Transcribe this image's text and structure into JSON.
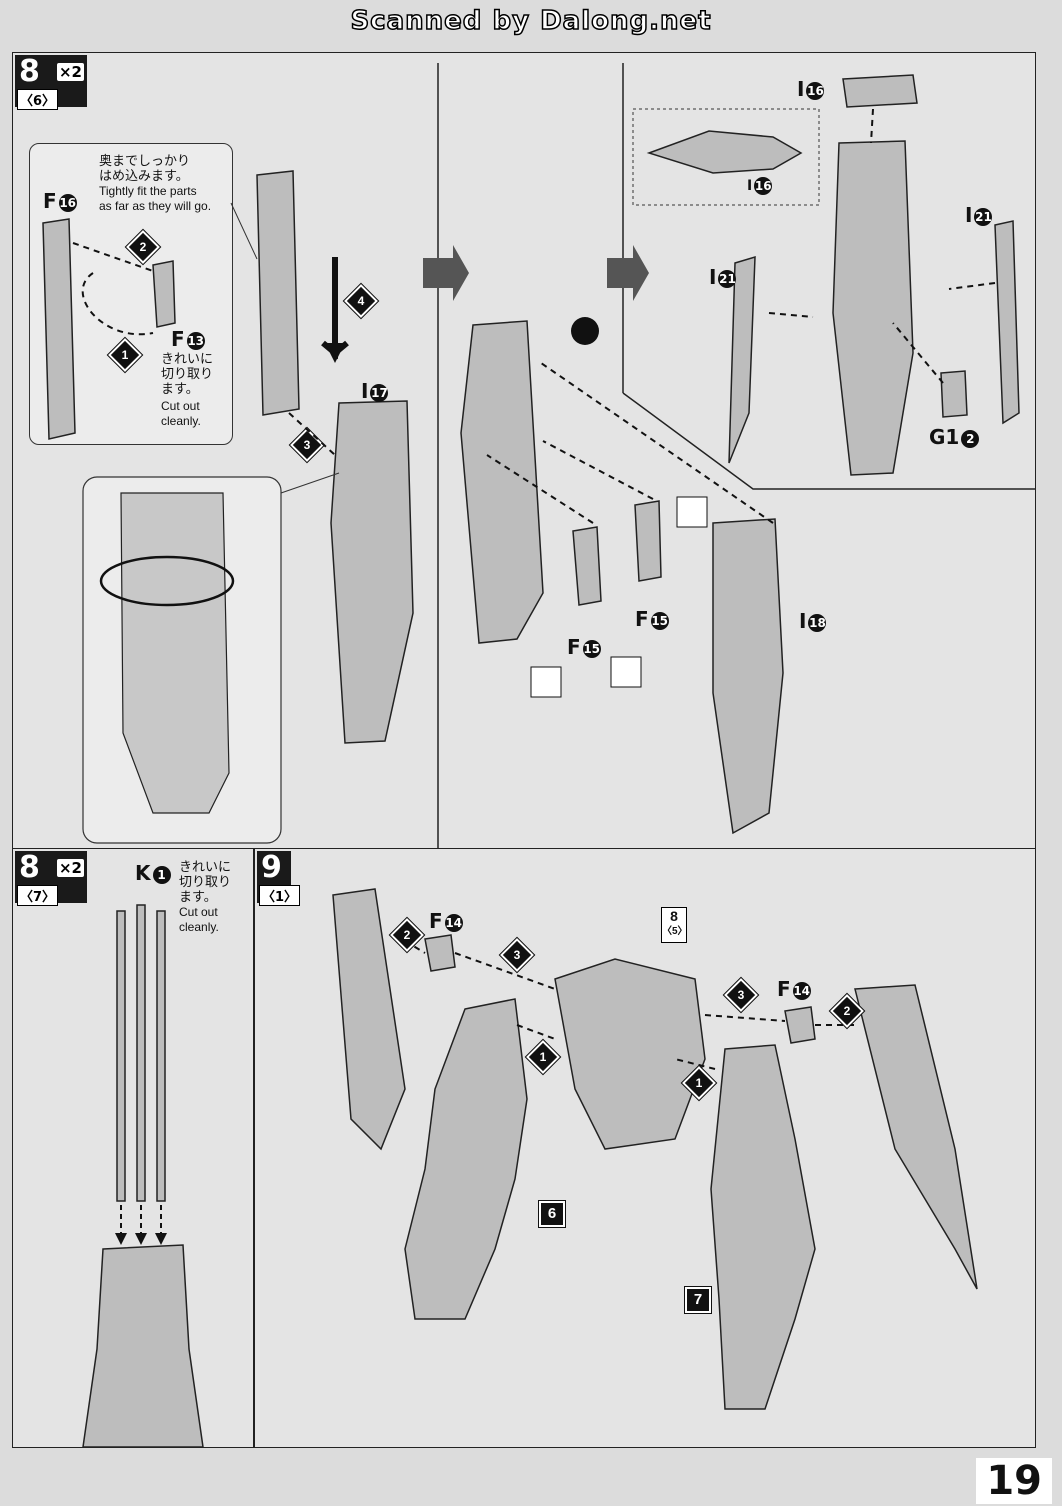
{
  "watermark": "Scanned by Dalong.net",
  "page_number": "19",
  "step8_6": {
    "step": "8",
    "sub": "〈6〉",
    "multiplier": "×2",
    "note_jp": [
      "奥までしっかり",
      "はめ込みます。"
    ],
    "note_en": [
      "Tightly fit the parts",
      "as far as they will go."
    ],
    "cut_jp": [
      "きれいに",
      "切り取り",
      "ます。"
    ],
    "cut_en": [
      "Cut out",
      "cleanly."
    ],
    "labels": {
      "f16": "F",
      "f16_num": "16",
      "f13": "F",
      "f13_num": "13",
      "i17": "I",
      "i17_num": "17",
      "i18": "I",
      "i18_num": "18",
      "i16a": "I",
      "i16a_num": "16",
      "i16b": "I",
      "i16b_num": "16",
      "i21a": "I",
      "i21a_num": "21",
      "i21b": "I",
      "i21b_num": "21",
      "f15a": "F",
      "f15a_num": "15",
      "f15b": "F",
      "f15b_num": "15",
      "g1": "G1",
      "g1_num": "2"
    },
    "order": [
      "1",
      "2",
      "3",
      "4"
    ]
  },
  "step8_7": {
    "step": "8",
    "sub": "〈7〉",
    "multiplier": "×2",
    "k_label": "K",
    "k_num": "1",
    "cut_jp": [
      "きれいに",
      "切り取り",
      "ます。"
    ],
    "cut_en": [
      "Cut out",
      "cleanly."
    ]
  },
  "step9_1": {
    "step": "9",
    "sub": "〈1〉",
    "f14a": "F",
    "f14a_num": "14",
    "f14b": "F",
    "f14b_num": "14",
    "ref_step": "8",
    "ref_sub": "〈5〉",
    "part6": "6",
    "part7": "7",
    "order": [
      "1",
      "2",
      "3"
    ]
  },
  "colors": {
    "ink": "#111111",
    "paper": "#e4e4e4",
    "part_fill": "#bdbdbd"
  }
}
